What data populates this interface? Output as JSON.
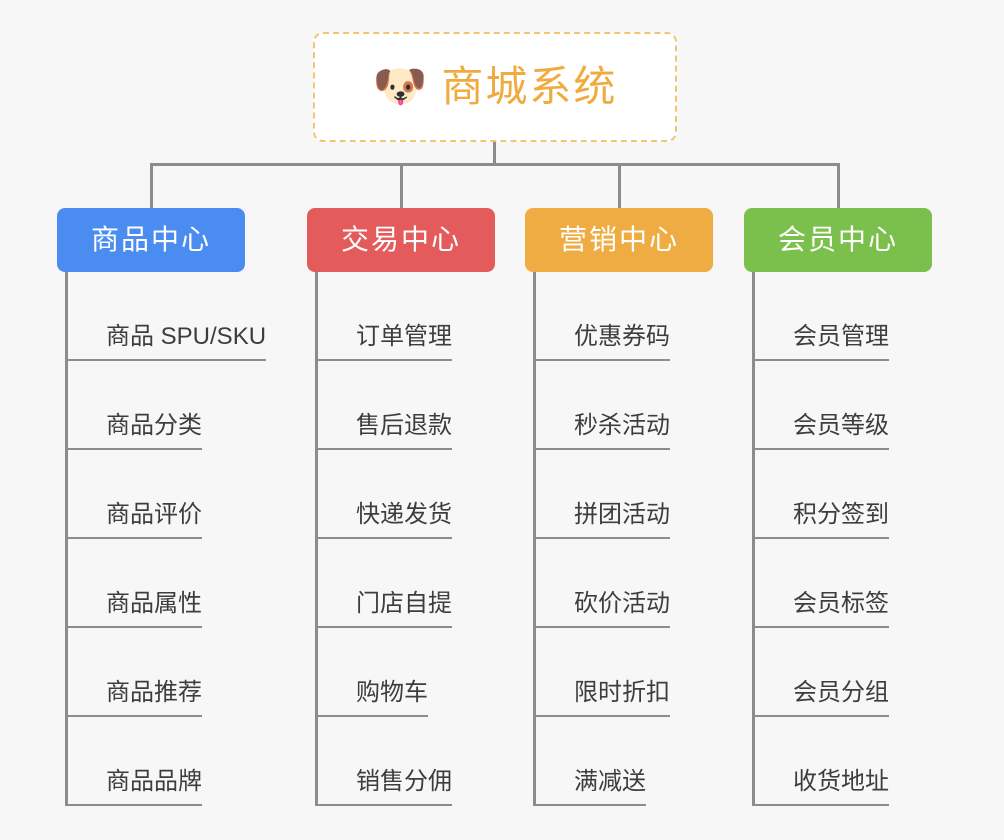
{
  "page": {
    "background_color": "#f7f7f7",
    "connector_color": "#8c8c8c"
  },
  "root": {
    "icon": "dog-face-emoji",
    "emoji": "🐶",
    "title": "商城系统",
    "title_color": "#efab3f",
    "border_color": "#f2c572",
    "background_color": "#ffffff"
  },
  "columns": [
    {
      "id": "product-center",
      "label": "商品中心",
      "color": "#4a8cf0",
      "items": [
        "商品 SPU/SKU",
        "商品分类",
        "商品评价",
        "商品属性",
        "商品推荐",
        "商品品牌"
      ]
    },
    {
      "id": "trade-center",
      "label": "交易中心",
      "color": "#e45b5b",
      "items": [
        "订单管理",
        "售后退款",
        "快递发货",
        "门店自提",
        "购物车",
        "销售分佣"
      ]
    },
    {
      "id": "marketing-center",
      "label": "营销中心",
      "color": "#eeac42",
      "items": [
        "优惠券码",
        "秒杀活动",
        "拼团活动",
        "砍价活动",
        "限时折扣",
        "满减送"
      ]
    },
    {
      "id": "member-center",
      "label": "会员中心",
      "color": "#7bbf4c",
      "items": [
        "会员管理",
        "会员等级",
        "积分签到",
        "会员标签",
        "会员分组",
        "收货地址"
      ]
    }
  ]
}
